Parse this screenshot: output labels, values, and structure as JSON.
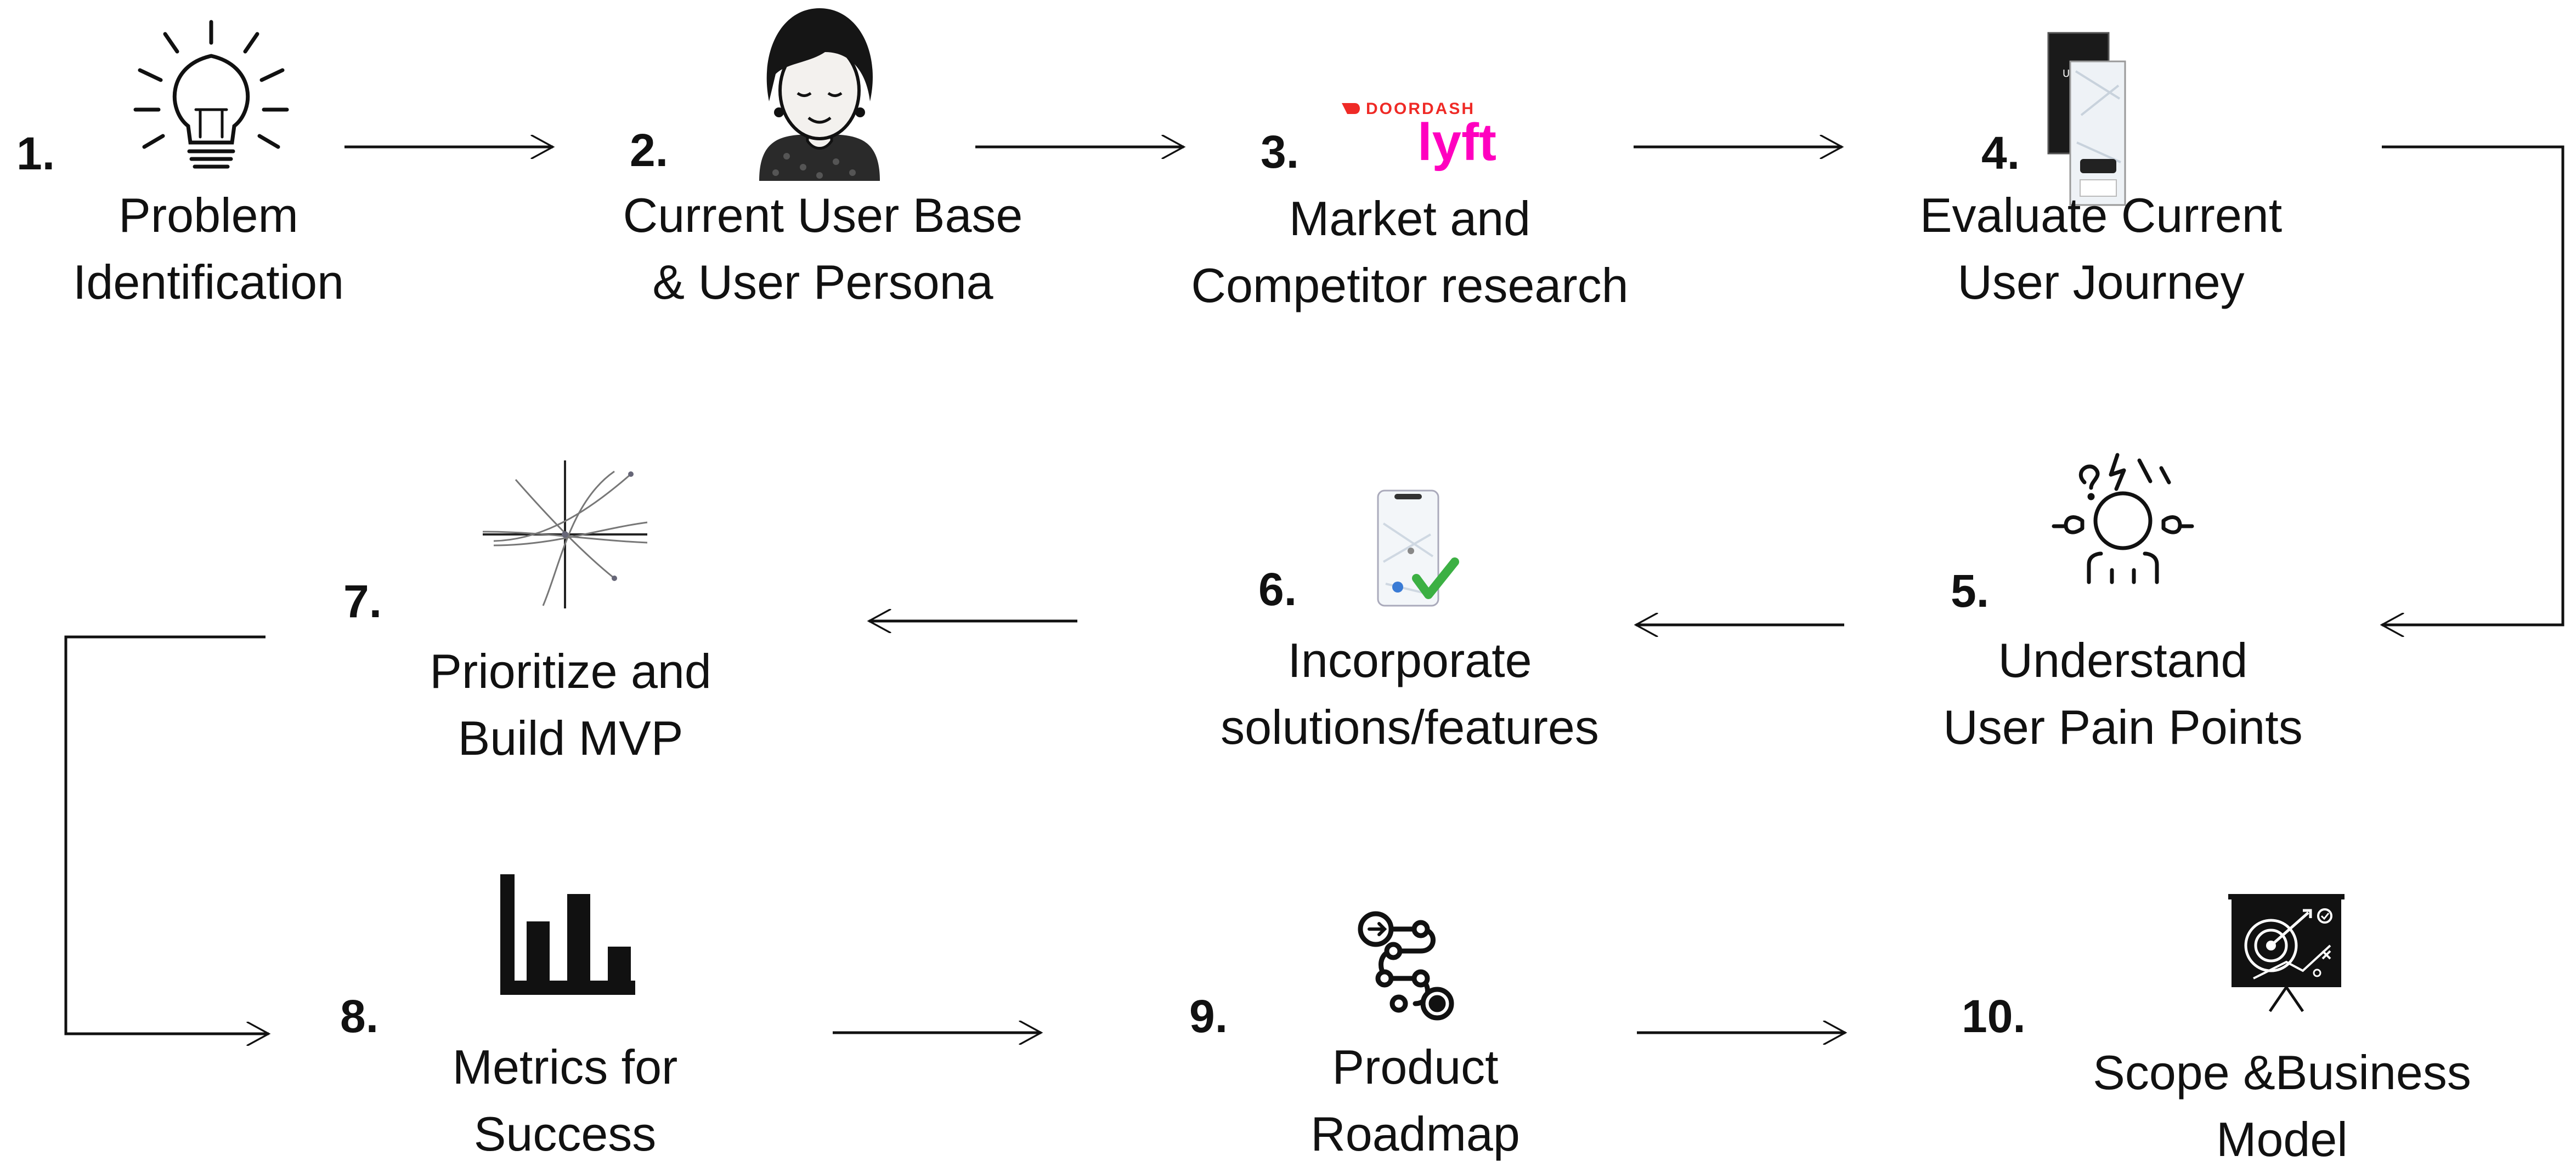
{
  "steps": [
    {
      "number": "1.",
      "lines": [
        "Problem",
        "Identification"
      ],
      "icon": "lightbulb-icon"
    },
    {
      "number": "2.",
      "lines": [
        "Current User Base",
        "& User Persona"
      ],
      "icon": "user-persona-avatar"
    },
    {
      "number": "3.",
      "lines": [
        "Market and",
        "Competitor research"
      ],
      "icon": "competitor-logos",
      "logos": {
        "doordash": "DOORDASH",
        "lyft": "lyft"
      }
    },
    {
      "number": "4.",
      "lines": [
        "Evaluate Current",
        "User Journey"
      ],
      "icon": "app-screens-icon",
      "screen_text": "Uber"
    },
    {
      "number": "5.",
      "lines": [
        "Understand",
        "User Pain Points"
      ],
      "icon": "frustrated-person-icon"
    },
    {
      "number": "6.",
      "lines": [
        "Incorporate",
        "solutions/features"
      ],
      "icon": "phone-checkmark-icon"
    },
    {
      "number": "7.",
      "lines": [
        "Prioritize and",
        "Build MVP"
      ],
      "icon": "kano-model-chart"
    },
    {
      "number": "8.",
      "lines": [
        "Metrics for",
        "Success"
      ],
      "icon": "bar-chart-icon"
    },
    {
      "number": "9.",
      "lines": [
        "Product",
        "Roadmap"
      ],
      "icon": "roadmap-icon"
    },
    {
      "number": "10.",
      "lines": [
        "Scope &Business",
        "Model"
      ],
      "icon": "strategy-board-icon"
    }
  ],
  "colors": {
    "ink": "#111111",
    "lyft": "#ff00bf",
    "doordash": "#ef2a26",
    "check": "#3cb043"
  }
}
